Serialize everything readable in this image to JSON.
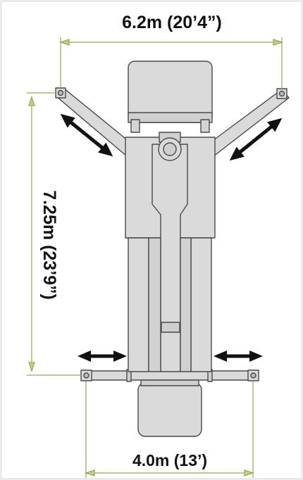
{
  "dimensions": {
    "width_label": "6.2m (20’4”)",
    "length_label": "7.25m (23’9”)",
    "track_label": "4.0m (13’)"
  },
  "colors": {
    "body_fill": "#dadada",
    "body_stroke": "#4a4a4a",
    "dim_line": "#9aa35a",
    "arrow": "#111111",
    "frame": "#e0e0e0"
  }
}
